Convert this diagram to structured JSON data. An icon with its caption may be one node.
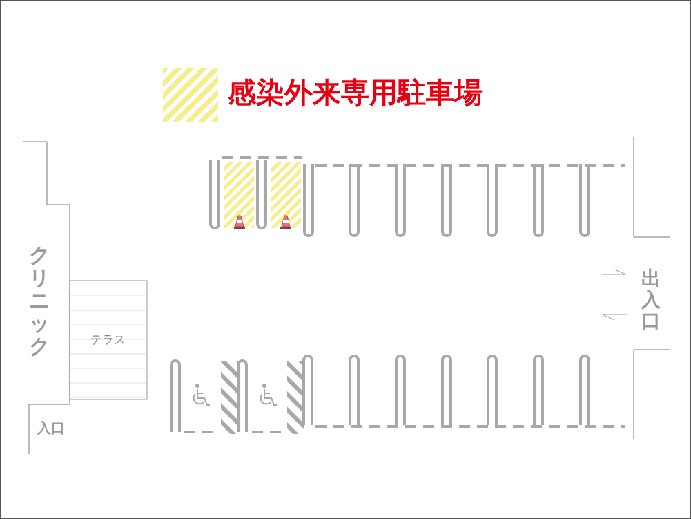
{
  "diagram": {
    "labels": [
      "クリニック",
      "テラス",
      "入口",
      "出入口"
    ],
    "legend": [
      {
        "text": "感染外来専用駐車場"
      }
    ]
  }
}
